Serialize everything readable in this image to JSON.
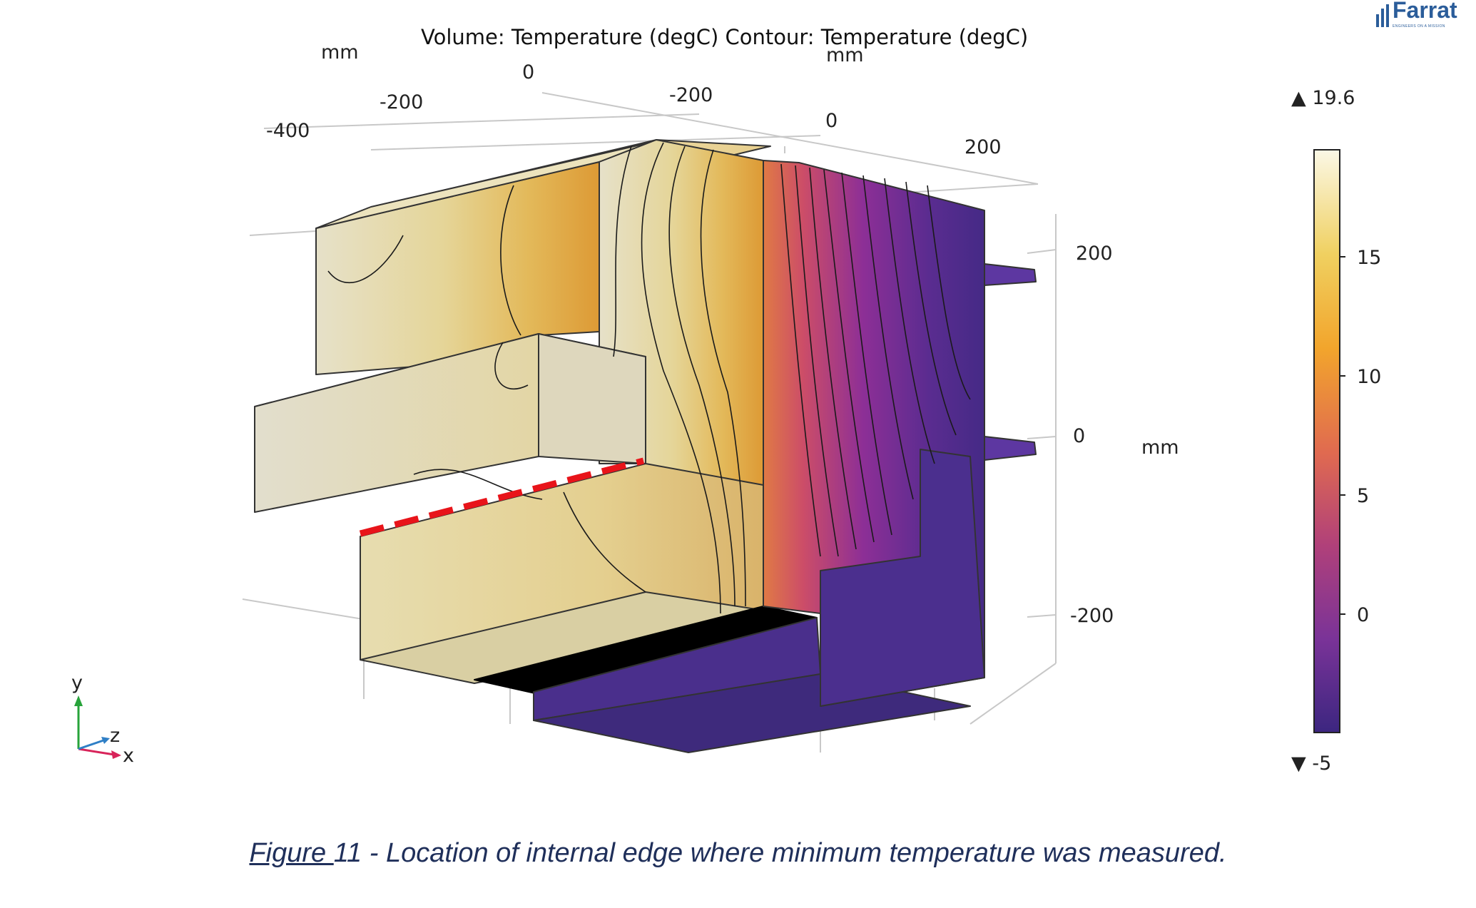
{
  "plot": {
    "title": "Volume: Temperature (degC)  Contour: Temperature (degC)",
    "axis_unit_labels": [
      "mm",
      "mm",
      "mm"
    ],
    "x_axis_ticks": [
      "-400",
      "-200",
      "0"
    ],
    "z_axis_ticks": [
      "-200",
      "0",
      "200"
    ],
    "y_axis_ticks": [
      "200",
      "0",
      "-200"
    ],
    "triad": {
      "y": "y",
      "z": "z",
      "x": "x"
    }
  },
  "colorbar": {
    "max_label": "▲ 19.6",
    "min_label": "▼ -5",
    "ticks": [
      "15",
      "10",
      "5",
      "0"
    ],
    "max": 19.6,
    "min": -5,
    "colors": [
      "#fbf8e6",
      "#f0d060",
      "#f2a52c",
      "#e06a50",
      "#b0407a",
      "#7a3398",
      "#3c2680"
    ]
  },
  "annotation": {
    "type": "red-dashed-line",
    "color": "#e8141a",
    "meaning": "internal edge"
  },
  "logo": {
    "name": "Farrat",
    "tagline": "ENGINEERS ON A MISSION"
  },
  "caption": {
    "prefix": "Figure ",
    "rest": "11 - Location of internal edge where minimum temperature was measured."
  }
}
